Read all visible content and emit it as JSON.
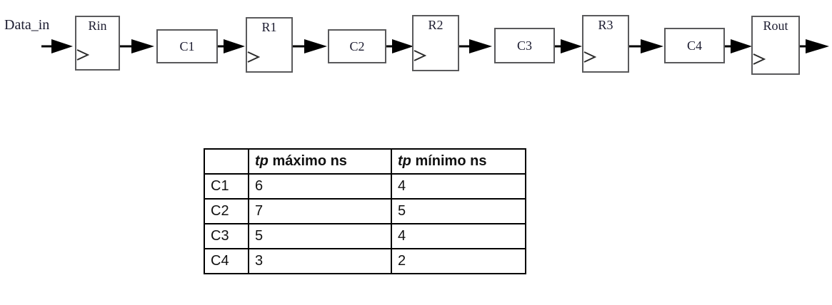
{
  "diagram": {
    "input_label": "Data_in",
    "blocks": [
      {
        "id": "rin",
        "label": "Rin",
        "kind": "register"
      },
      {
        "id": "c1",
        "label": "C1",
        "kind": "combinational"
      },
      {
        "id": "r1",
        "label": "R1",
        "kind": "register"
      },
      {
        "id": "c2",
        "label": "C2",
        "kind": "combinational"
      },
      {
        "id": "r2",
        "label": "R2",
        "kind": "register"
      },
      {
        "id": "c3",
        "label": "C3",
        "kind": "combinational"
      },
      {
        "id": "r3",
        "label": "R3",
        "kind": "register"
      },
      {
        "id": "c4",
        "label": "C4",
        "kind": "combinational"
      },
      {
        "id": "rout",
        "label": "Rout",
        "kind": "register"
      }
    ],
    "line_color": "#59595b",
    "arrow_color": "#000000",
    "text_color": "#1b1b2f"
  },
  "table": {
    "corner_label": "",
    "headers": {
      "symbol": "tp",
      "max": " máximo ns",
      "min": " mínimo ns"
    },
    "rows": [
      {
        "name": "C1",
        "max": "6",
        "min": "4"
      },
      {
        "name": "C2",
        "max": "7",
        "min": "5"
      },
      {
        "name": "C3",
        "max": "5",
        "min": "4"
      },
      {
        "name": "C4",
        "max": "3",
        "min": "2"
      }
    ],
    "border_color": "#000000",
    "text_color": "#111111"
  }
}
